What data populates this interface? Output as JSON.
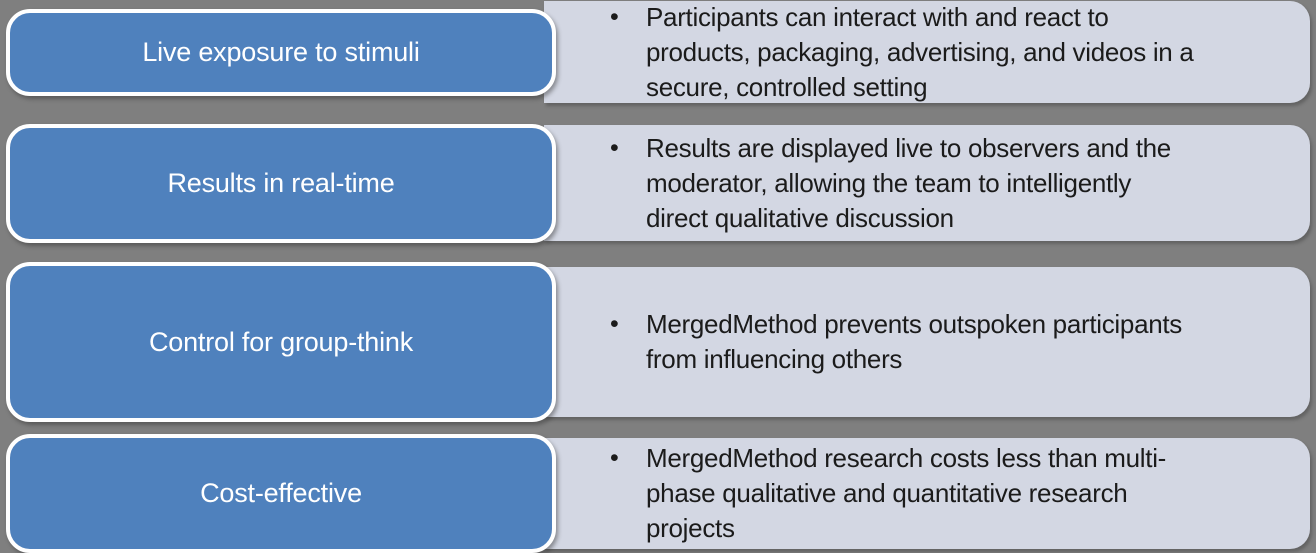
{
  "colors": {
    "background": "#7F7F7F",
    "box_fill": "#4F81BD",
    "box_border": "#FFFFFF",
    "panel_fill": "#D3D7E3",
    "label_text": "#FFFFFF",
    "body_text": "#1B1B1B"
  },
  "bullet_char": "•",
  "rows": [
    {
      "label": "Live exposure to stimuli",
      "bullet": "Participants can interact with and react to\nproducts, packaging, advertising, and videos in a\nsecure, controlled setting"
    },
    {
      "label": "Results in real-time",
      "bullet": "Results are displayed live to observers and the\nmoderator, allowing the team to intelligently\ndirect qualitative discussion"
    },
    {
      "label": "Control for group-think",
      "bullet": "MergedMethod prevents outspoken participants\nfrom influencing others"
    },
    {
      "label": "Cost-effective",
      "bullet": "MergedMethod research costs less than multi-\nphase qualitative and quantitative research\nprojects"
    }
  ]
}
